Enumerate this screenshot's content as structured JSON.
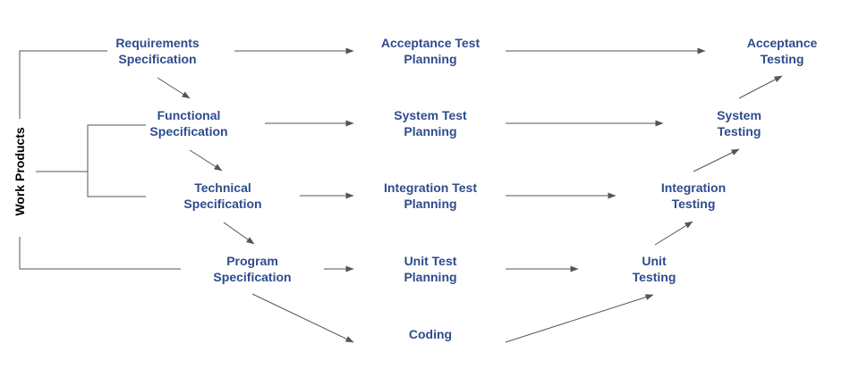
{
  "colors": {
    "text": "#2e4c8c",
    "line": "#555555",
    "label": "#000000"
  },
  "side_label": "Work Products",
  "spec": {
    "requirements": [
      "Requirements",
      "Specification"
    ],
    "functional": [
      "Functional",
      "Specification"
    ],
    "technical": [
      "Technical",
      "Specification"
    ],
    "program": [
      "Program",
      "Specification"
    ]
  },
  "planning": {
    "acceptance": [
      "Acceptance Test",
      "Planning"
    ],
    "system": [
      "System Test",
      "Planning"
    ],
    "integration": [
      "Integration Test",
      "Planning"
    ],
    "unit": [
      "Unit Test",
      "Planning"
    ]
  },
  "coding": "Coding",
  "testing": {
    "acceptance": [
      "Acceptance",
      "Testing"
    ],
    "system": [
      "System",
      "Testing"
    ],
    "integration": [
      "Integration",
      "Testing"
    ],
    "unit": [
      "Unit",
      "Testing"
    ]
  }
}
